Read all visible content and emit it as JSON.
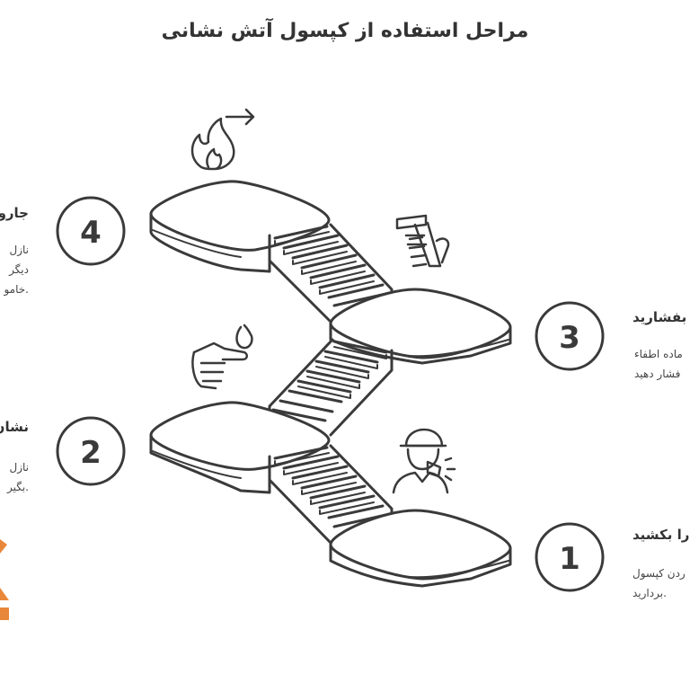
{
  "title": "مراحل استفاده از کپسول آتش نشانی",
  "steps": [
    {
      "number": "1",
      "heading": "را بکشید",
      "line1": "ردن کپسول",
      "line2": ".بردارید"
    },
    {
      "number": "2",
      "heading": "نشان",
      "line1": "نازل",
      "line2": ".بگیر"
    },
    {
      "number": "3",
      "heading": "بفشارید",
      "line1": "ماده اطفاء",
      "line2": "فشار دهید"
    },
    {
      "number": "4",
      "heading": "جارو",
      "line1": "نازل",
      "line2": "دیگر",
      "line3": ".خامو"
    }
  ],
  "icons": [
    "fire-arrow-icon",
    "hand-extinguisher-icon",
    "pointing-hand-fire-icon",
    "firefighter-whistle-icon",
    "logo-icon"
  ],
  "colors": {
    "stroke": "#3a3a3a",
    "accent": "#e8873a"
  }
}
